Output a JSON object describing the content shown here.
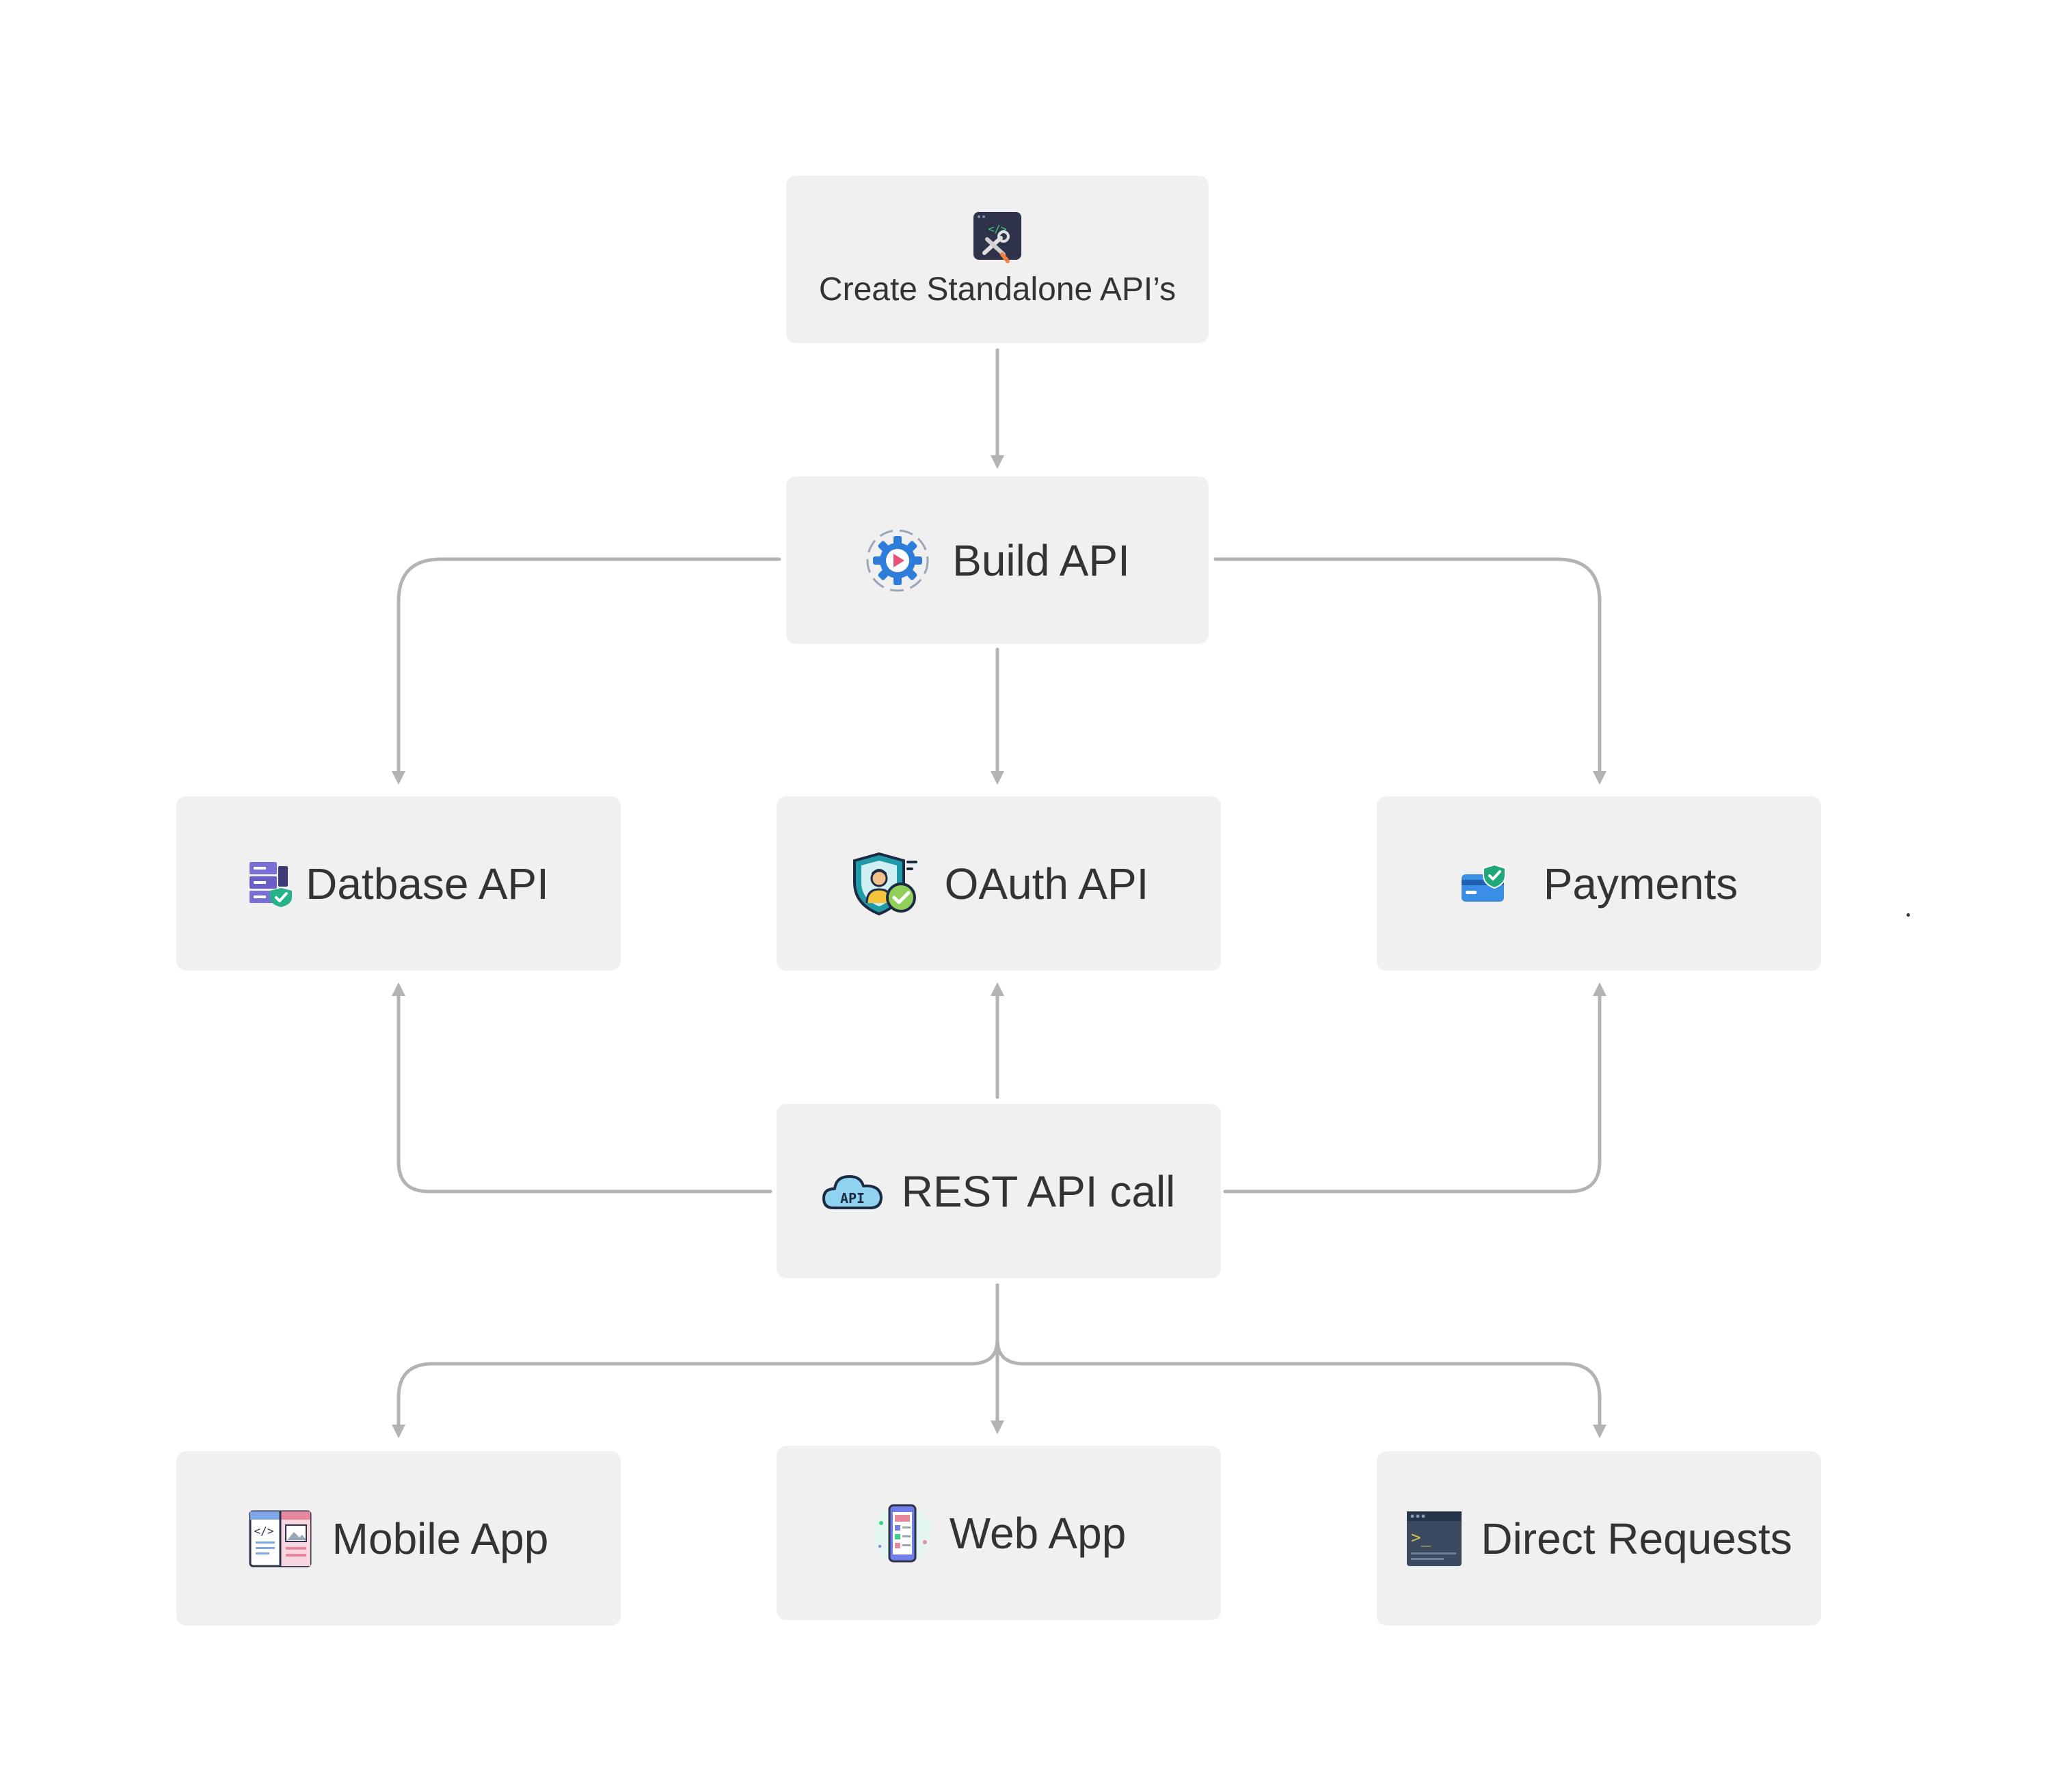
{
  "nodes": {
    "create": {
      "label": "Create Standalone API’s",
      "icon": "code-tools-icon"
    },
    "build": {
      "label": "Build API",
      "icon": "gear-play-icon"
    },
    "database": {
      "label": "Datbase API",
      "icon": "database-shield-icon"
    },
    "oauth": {
      "label": "OAuth API",
      "icon": "user-shield-check-icon"
    },
    "payments": {
      "label": "Payments",
      "icon": "card-shield-icon"
    },
    "rest": {
      "label": "REST API call",
      "icon": "cloud-api-icon",
      "icon_text": "API"
    },
    "mobile": {
      "label": "Mobile App",
      "icon": "code-window-icon"
    },
    "web": {
      "label": "Web App",
      "icon": "phone-app-icon"
    },
    "direct": {
      "label": "Direct Requests",
      "icon": "terminal-icon",
      "icon_text": ">_"
    }
  },
  "edges": [
    {
      "from": "create",
      "to": "build"
    },
    {
      "from": "build",
      "to": "database"
    },
    {
      "from": "build",
      "to": "oauth"
    },
    {
      "from": "build",
      "to": "payments"
    },
    {
      "from": "rest",
      "to": "database"
    },
    {
      "from": "rest",
      "to": "oauth"
    },
    {
      "from": "rest",
      "to": "payments"
    },
    {
      "from": "rest",
      "to": "mobile"
    },
    {
      "from": "rest",
      "to": "web"
    },
    {
      "from": "rest",
      "to": "direct"
    }
  ],
  "colors": {
    "node_fill": "#f0f0f0",
    "connector": "#b3b3b3",
    "text": "#333333"
  }
}
